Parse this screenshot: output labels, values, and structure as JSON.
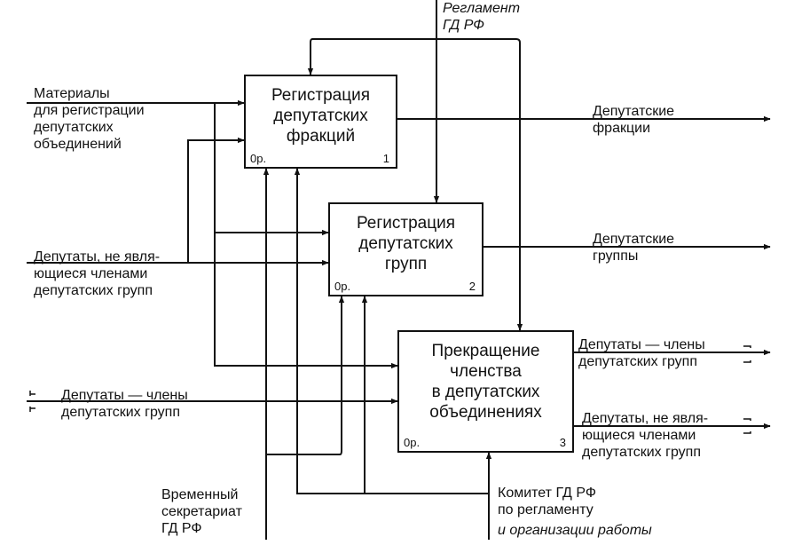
{
  "boxes": [
    {
      "title": "Регистрация\nдепутатских\nфракций",
      "code": "0р.",
      "number": "1"
    },
    {
      "title": "Регистрация\nдепутатских\nгрупп",
      "code": "0р.",
      "number": "2"
    },
    {
      "title": "Прекращение\nчленства\nв депутатских\nобъединениях",
      "code": "0р.",
      "number": "3"
    }
  ],
  "labels": {
    "reglament": "Регламент\nГД РФ",
    "materials": "Материалы\nдля регистрации\nдепутатских\nобъединений",
    "non_members_in": "Депутаты, не явля-\nющиеся членами\nдепутатских групп",
    "members_in": "Депутаты — члены\nдепутатских групп",
    "fractions_out": "Депутатские\nфракции",
    "groups_out": "Депутатские\nгруппы",
    "members_out": "Депутаты — члены\nдепутатских групп",
    "non_members_out": "Депутаты, не явля-\nющиеся членами\nдепутатских групп",
    "secretariat": "Временный\nсекретариат\nГД РФ",
    "committee_1": "Комитет ГД РФ\nпо регламенту",
    "committee_2": "и организации работы"
  }
}
